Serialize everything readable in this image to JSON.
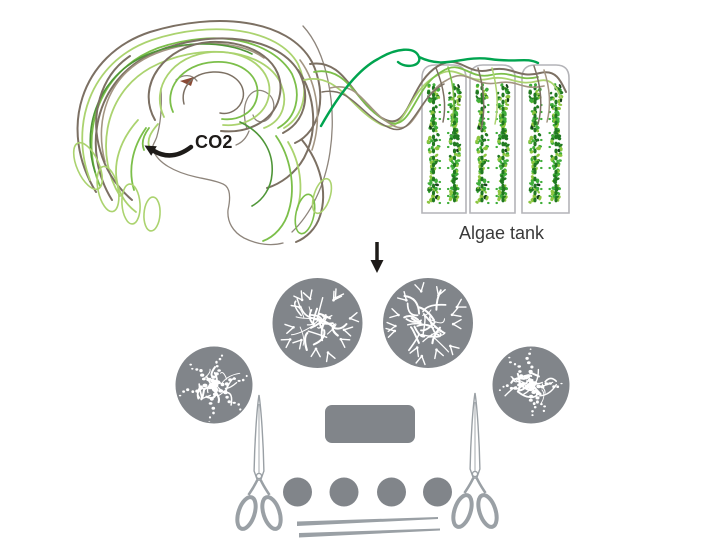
{
  "figure": {
    "co2_label": "CO2",
    "algae_tank_label": "Algae tank"
  },
  "illustration": {
    "parts": [
      "human-head-profile",
      "hair-strands",
      "co2-breath-arrow",
      "algae-tanks",
      "process-down-arrow",
      "algae-sample-circles",
      "scissors-left",
      "scissors-right",
      "dye-tray",
      "dye-cups",
      "chopsticks"
    ]
  },
  "colors": {
    "background": "#ffffff",
    "gray_shape": "#81858a",
    "tool_outline": "#9aa0a5",
    "tank_outline": "#b4b4b8",
    "face_outline": "#8e857c",
    "iris_brown": "#8a4a35",
    "text_dark": "#1e1b19",
    "label_gray": "#3a3a3a",
    "hair_brown": "#7c7063",
    "hair_tan": "#a39582",
    "hair_green_light": "#abd36f",
    "hair_green_mid": "#7cbf4a",
    "hair_green_dark": "#4f9638",
    "hair_emerald": "#00a44f",
    "algae_bright": "#3fae3a",
    "algae_light": "#8cc63f",
    "algae_dark": "#217821",
    "algae_deep": "#17421a",
    "fluff_white": "#ffffff"
  }
}
